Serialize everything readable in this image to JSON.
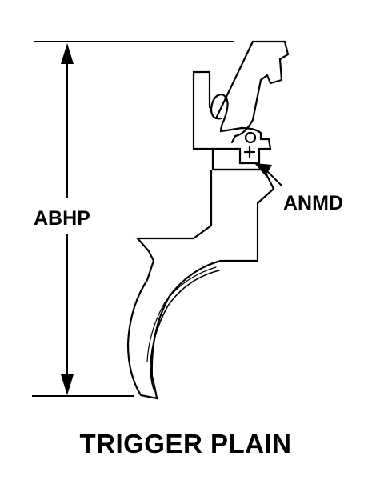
{
  "diagram": {
    "title": "TRIGGER PLAIN",
    "dimension_label": "ABHP",
    "callout_label": "ANMD",
    "line_color": "#000000",
    "background": "#ffffff"
  }
}
